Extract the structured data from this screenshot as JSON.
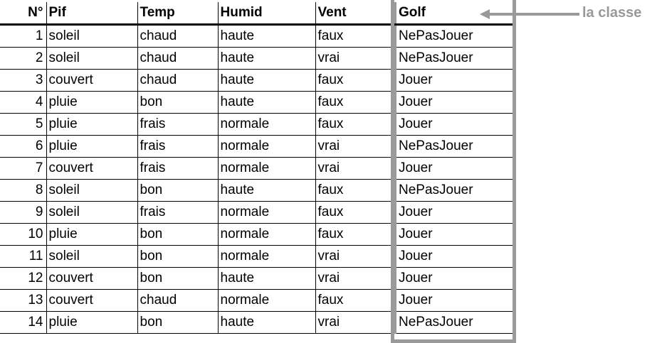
{
  "table": {
    "headers": {
      "num": "N°",
      "pif": "Pif",
      "temp": "Temp",
      "humid": "Humid",
      "vent": "Vent",
      "golf": "Golf"
    },
    "rows": [
      {
        "num": "1",
        "pif": "soleil",
        "temp": "chaud",
        "humid": "haute",
        "vent": "faux",
        "golf": "NePasJouer"
      },
      {
        "num": "2",
        "pif": "soleil",
        "temp": "chaud",
        "humid": "haute",
        "vent": "vrai",
        "golf": "NePasJouer"
      },
      {
        "num": "3",
        "pif": "couvert",
        "temp": "chaud",
        "humid": "haute",
        "vent": "faux",
        "golf": "Jouer"
      },
      {
        "num": "4",
        "pif": "pluie",
        "temp": "bon",
        "humid": "haute",
        "vent": "faux",
        "golf": "Jouer"
      },
      {
        "num": "5",
        "pif": "pluie",
        "temp": "frais",
        "humid": "normale",
        "vent": "faux",
        "golf": "Jouer"
      },
      {
        "num": "6",
        "pif": "pluie",
        "temp": "frais",
        "humid": "normale",
        "vent": "vrai",
        "golf": "NePasJouer"
      },
      {
        "num": "7",
        "pif": "couvert",
        "temp": "frais",
        "humid": "normale",
        "vent": "vrai",
        "golf": "Jouer"
      },
      {
        "num": "8",
        "pif": "soleil",
        "temp": "bon",
        "humid": "haute",
        "vent": "faux",
        "golf": "NePasJouer"
      },
      {
        "num": "9",
        "pif": "soleil",
        "temp": "frais",
        "humid": "normale",
        "vent": "faux",
        "golf": "Jouer"
      },
      {
        "num": "10",
        "pif": "pluie",
        "temp": "bon",
        "humid": "normale",
        "vent": "faux",
        "golf": "Jouer"
      },
      {
        "num": "11",
        "pif": "soleil",
        "temp": "bon",
        "humid": "normale",
        "vent": "vrai",
        "golf": "Jouer"
      },
      {
        "num": "12",
        "pif": "couvert",
        "temp": "bon",
        "humid": "haute",
        "vent": "vrai",
        "golf": "Jouer"
      },
      {
        "num": "13",
        "pif": "couvert",
        "temp": "chaud",
        "humid": "normale",
        "vent": "faux",
        "golf": "Jouer"
      },
      {
        "num": "14",
        "pif": "pluie",
        "temp": "bon",
        "humid": "haute",
        "vent": "vrai",
        "golf": "NePasJouer"
      }
    ]
  },
  "annotation": {
    "label": "la classe",
    "icon": "arrow-left-icon",
    "color": "#999999"
  },
  "colors": {
    "frame": "#9a9a9a",
    "grid": "#000000"
  }
}
